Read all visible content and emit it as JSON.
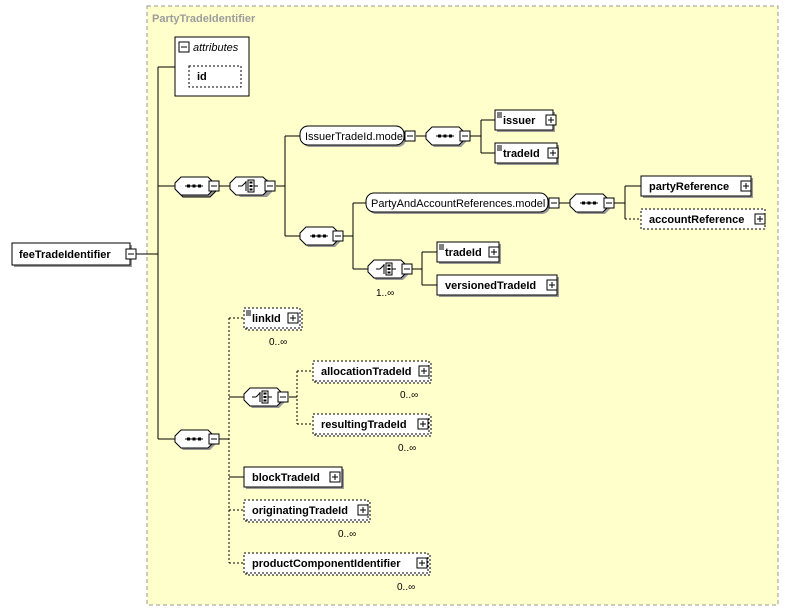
{
  "diagram": {
    "group_title": "PartyTradeIdentifier",
    "root": "feeTradeIdentifier",
    "attributes_label": "attributes",
    "attribute_id": "id",
    "model_issuer": "IssuerTradeId.model",
    "issuer": "issuer",
    "tradeId_1": "tradeId",
    "model_party": "PartyAndAccountReferences.model",
    "partyReference": "partyReference",
    "accountReference": "accountReference",
    "tradeId_2": "tradeId",
    "versionedTradeId": "versionedTradeId",
    "choice_cardinality": "1..∞",
    "linkId": "linkId",
    "linkId_card": "0..∞",
    "allocationTradeId": "allocationTradeId",
    "allocationTradeId_card": "0..∞",
    "resultingTradeId": "resultingTradeId",
    "resultingTradeId_card": "0..∞",
    "blockTradeId": "blockTradeId",
    "originatingTradeId": "originatingTradeId",
    "originatingTradeId_card": "0..∞",
    "productComponentIdentifier": "productComponentIdentifier",
    "productComponentIdentifier_card": "0..∞"
  },
  "colors": {
    "group_background": "#ffffcc",
    "group_border": "#999999",
    "title_text": "#9c9c9c"
  }
}
